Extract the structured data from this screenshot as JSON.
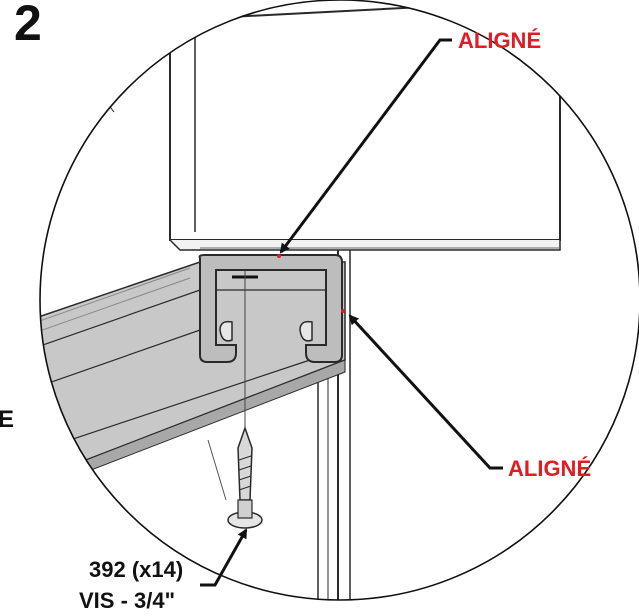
{
  "step": {
    "number": "2"
  },
  "callouts": {
    "aligned_top": "ALIGNÉ",
    "aligned_right": "ALIGNÉ",
    "part_qty": "392 (x14)",
    "screw_desc": "VIS - 3/4\"",
    "cut_letter": "E"
  },
  "colors": {
    "callout_red": "#e31b23",
    "text_black": "#111111",
    "rail_gray": "#c8c8c8",
    "rail_dark": "#a8a8a8",
    "line": "#2a2a2a"
  },
  "icons": {
    "screw": "screw-icon",
    "arrow": "arrow-icon"
  }
}
